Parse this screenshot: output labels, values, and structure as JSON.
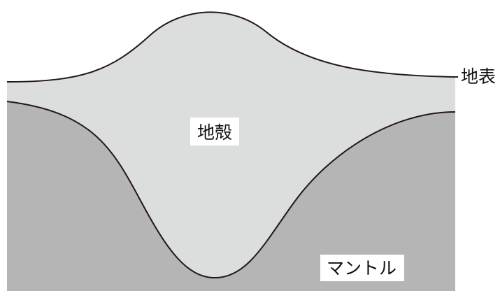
{
  "labels": {
    "surface": "地表",
    "crust": "地殻",
    "mantle": "マントル"
  },
  "colors": {
    "crust_fill": "#dcdddd",
    "mantle_fill": "#b5b5b6",
    "outline": "#231815",
    "label_background": "#ffffff"
  }
}
